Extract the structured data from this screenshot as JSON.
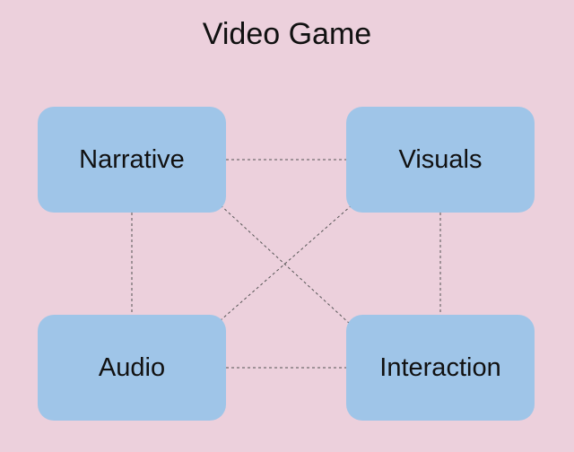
{
  "colors": {
    "background": "#ecd0dc",
    "box_fill": "#9fc5e8",
    "connector": "#555555"
  },
  "diagram": {
    "title": "Video Game",
    "nodes": {
      "narrative": "Narrative",
      "visuals": "Visuals",
      "audio": "Audio",
      "interaction": "Interaction"
    },
    "connections": [
      [
        "Narrative",
        "Visuals"
      ],
      [
        "Narrative",
        "Audio"
      ],
      [
        "Narrative",
        "Interaction"
      ],
      [
        "Visuals",
        "Audio"
      ],
      [
        "Visuals",
        "Interaction"
      ],
      [
        "Audio",
        "Interaction"
      ]
    ],
    "connector_style": "dashed"
  }
}
